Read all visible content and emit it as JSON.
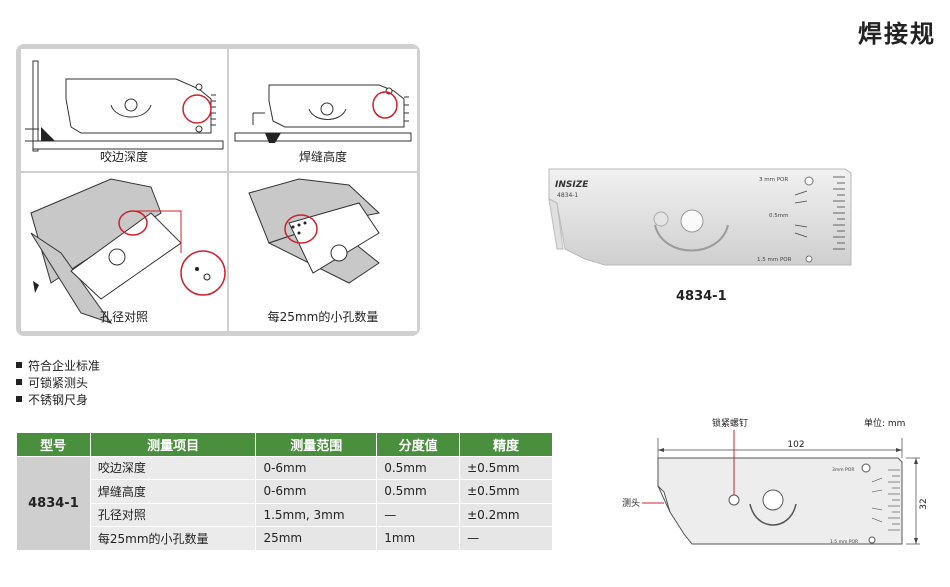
{
  "page": {
    "title": "焊接规"
  },
  "diagrams": {
    "cells": [
      {
        "caption": "咬边深度"
      },
      {
        "caption": "焊缝高度"
      },
      {
        "caption": "孔径对照"
      },
      {
        "caption": "每25mm的小孔数量"
      }
    ]
  },
  "product": {
    "brand": "INSIZE",
    "model_on_gauge": "4834-1",
    "por_top": "3 mm POR",
    "mark_mid": "0.5mm",
    "por_bottom": "1.5 mm POR",
    "caption": "4834-1"
  },
  "features": [
    "符合企业标准",
    "可锁紧测头",
    "不锈钢尺身"
  ],
  "table": {
    "headers": [
      "型号",
      "测量项目",
      "测量范围",
      "分度值",
      "精度"
    ],
    "model": "4834-1",
    "rows": [
      [
        "咬边深度",
        "0-6mm",
        "0.5mm",
        "±0.5mm"
      ],
      [
        "焊缝高度",
        "0-6mm",
        "0.5mm",
        "±0.5mm"
      ],
      [
        "孔径对照",
        "1.5mm, 3mm",
        "—",
        "±0.2mm"
      ],
      [
        "每25mm的小孔数量",
        "25mm",
        "1mm",
        "—"
      ]
    ]
  },
  "dimension_drawing": {
    "lock_screw_label": "锁紧螺钉",
    "unit_label": "单位: mm",
    "length": "102",
    "height": "32",
    "probe_label": "测头",
    "por_top": "3mm POR",
    "por_bottom": "1.5 mm POR"
  },
  "colors": {
    "table_header": "#4a8f3e",
    "panel_border": "#d0d0d0",
    "red_marking": "#d0202a"
  }
}
